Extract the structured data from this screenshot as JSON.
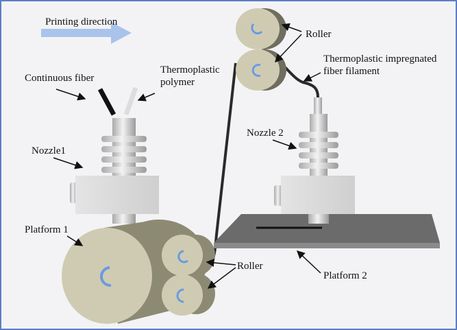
{
  "diagram": {
    "direction_label": "Printing direction",
    "labels": {
      "continuous_fiber": "Continuous fiber",
      "thermoplastic_polymer_line1": "Thermoplastic",
      "thermoplastic_polymer_line2": "polymer",
      "nozzle1": "Nozzle1",
      "platform1": "Platform 1",
      "roller_bottom": "Roller",
      "roller_top": "Roller",
      "filament_line1": "Thermoplastic impregnated",
      "filament_line2": "fiber filament",
      "nozzle2": "Nozzle 2",
      "platform2": "Platform 2"
    },
    "colors": {
      "border": "#5b7fc4",
      "background": "#f3f3f5",
      "arrow": "#a9c3ea",
      "roller": "#cfcbb3",
      "roller_side": "#8f8c76",
      "rotation_arrow": "#6a9be0",
      "platform2": "#6b6b6b",
      "fiber": "#2a2a2a",
      "nozzle": "#d6d6d6"
    }
  }
}
